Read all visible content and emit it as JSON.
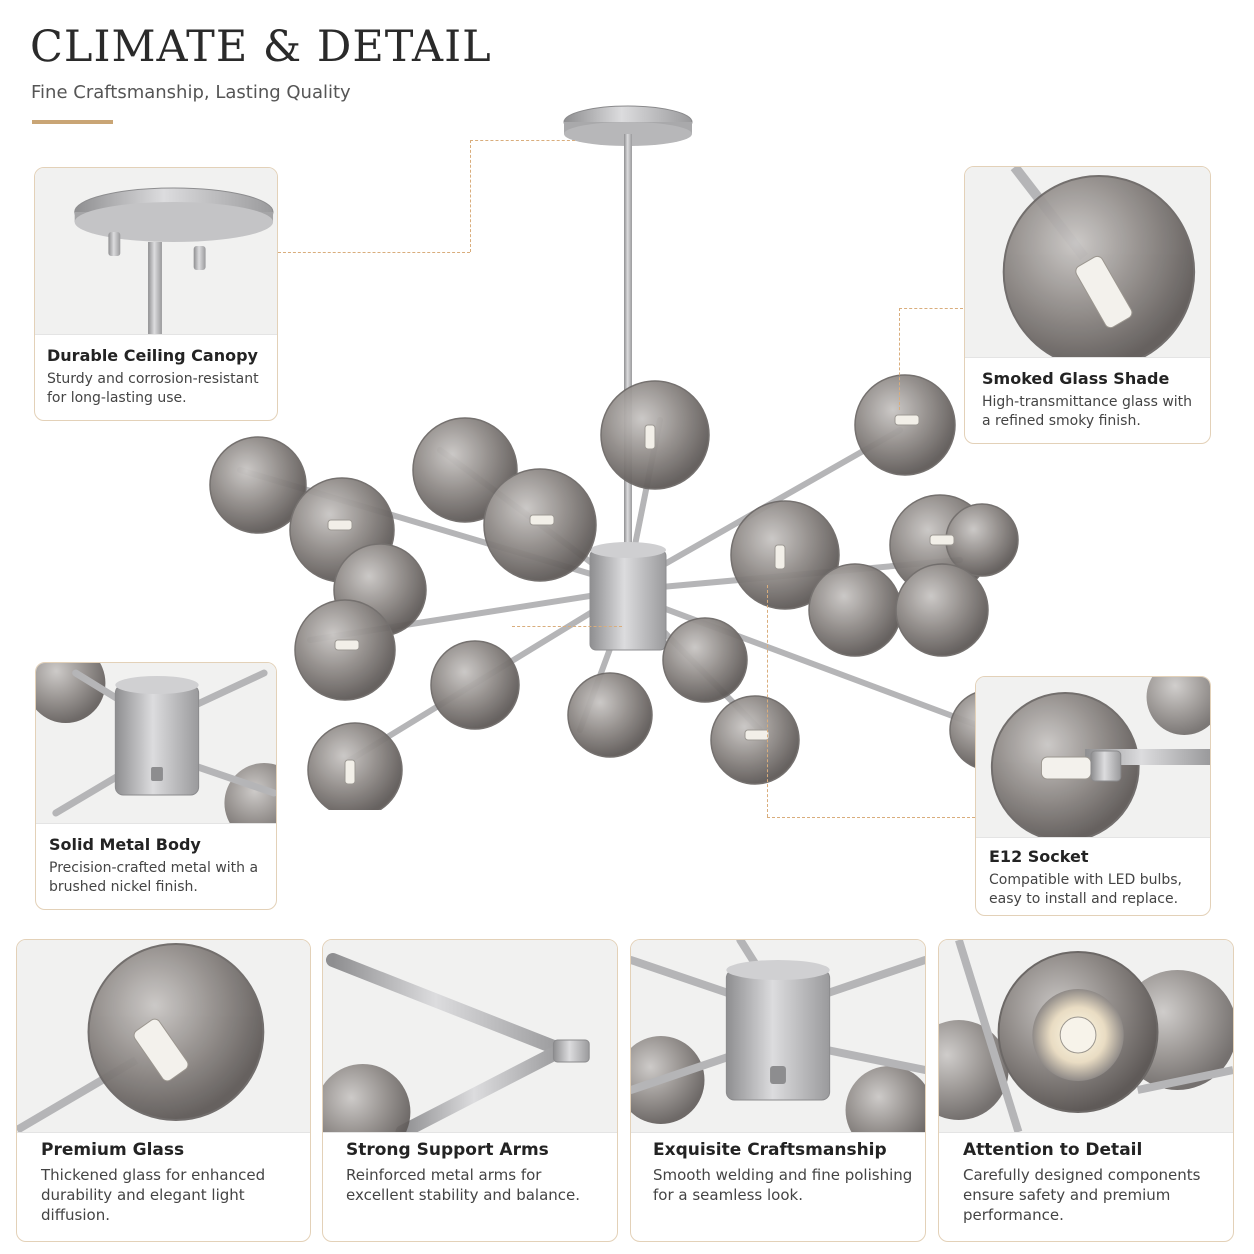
{
  "header": {
    "title": "CLIMATE & DETAIL",
    "subtitle": "Fine Craftsmanship, Lasting Quality"
  },
  "colors": {
    "accent": "#c9a575",
    "card_border": "#e3d1b8",
    "metal": "#b9b9bb",
    "glass": "#8c8886"
  },
  "features": {
    "canopy": {
      "title": "Durable Ceiling Canopy",
      "desc": "Sturdy and corrosion-resistant for long-lasting use."
    },
    "glass_shade": {
      "title": "Smoked Glass Shade",
      "desc": "High-transmittance glass with a refined smoky finish."
    },
    "metal_body": {
      "title": "Solid Metal Body",
      "desc": "Precision-crafted metal with a brushed nickel finish."
    },
    "socket": {
      "title": "E12 Socket",
      "desc": "Compatible with LED bulbs, easy to install and replace."
    }
  },
  "bottom_features": [
    {
      "title": "Premium Glass",
      "desc": "Thickened glass for enhanced durability and elegant light diffusion."
    },
    {
      "title": "Strong Support Arms",
      "desc": "Reinforced metal arms for excellent stability and balance."
    },
    {
      "title": "Exquisite Craftsmanship",
      "desc": "Smooth welding and fine polishing for a seamless look."
    },
    {
      "title": "Attention to Detail",
      "desc": "Carefully designed components ensure safety and premium performance."
    }
  ]
}
